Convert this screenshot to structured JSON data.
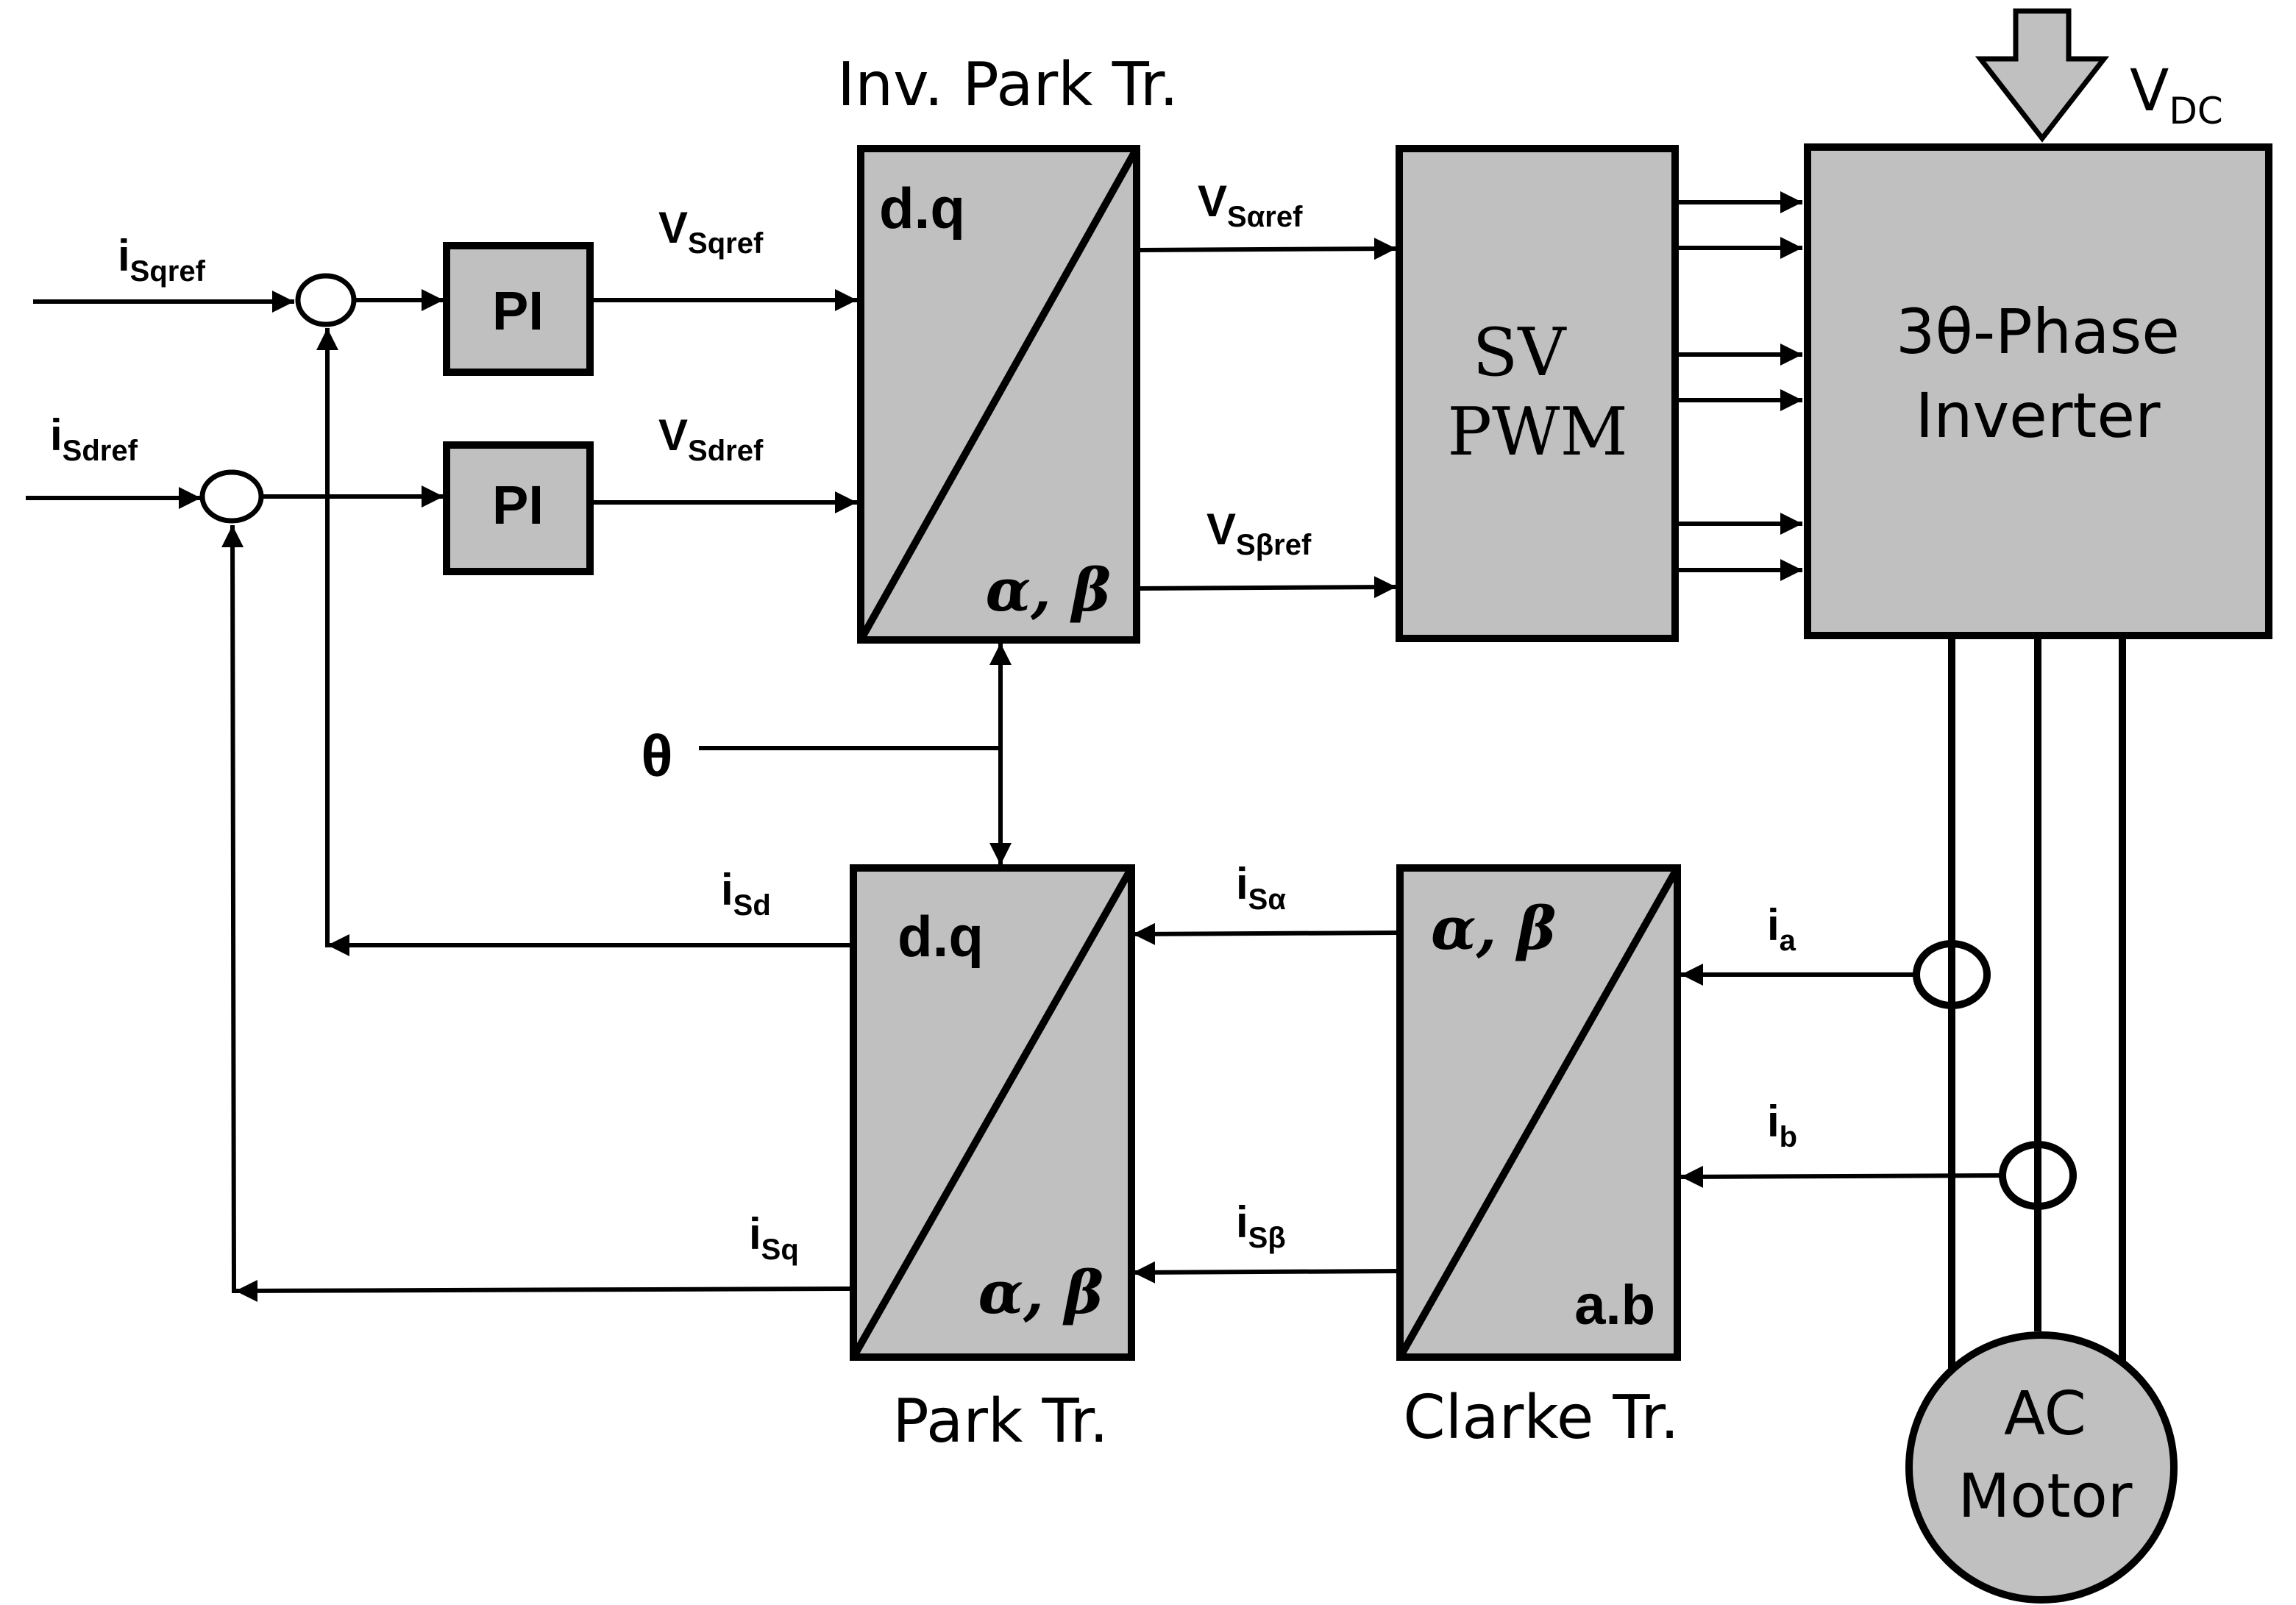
{
  "labels": {
    "i_sqref": {
      "main": "i",
      "sub": "Sqref"
    },
    "i_sdref": {
      "main": "i",
      "sub": "Sdref"
    },
    "v_sqref": {
      "main": "V",
      "sub": "Sqref"
    },
    "v_sdref": {
      "main": "V",
      "sub": "Sdref"
    },
    "v_salpharef": {
      "main": "V",
      "sub": "Sαref"
    },
    "v_sbetaref": {
      "main": "V",
      "sub": "Sβref"
    },
    "i_sd": {
      "main": "i",
      "sub": "Sd"
    },
    "i_sq": {
      "main": "i",
      "sub": "Sq"
    },
    "i_salpha": {
      "main": "i",
      "sub": "Sα"
    },
    "i_sbeta": {
      "main": "i",
      "sub": "Sβ"
    },
    "i_a": {
      "main": "i",
      "sub": "a"
    },
    "i_b": {
      "main": "i",
      "sub": "b"
    },
    "theta": "θ",
    "vdc": {
      "main": "V",
      "sub": "DC"
    }
  },
  "blocks": {
    "pi_q": "PI",
    "pi_d": "PI",
    "inv_park": {
      "top": "d.q",
      "bottom": "α, β",
      "caption": "Inv. Park Tr."
    },
    "svpwm": {
      "line1": "SV",
      "line2": "PWM"
    },
    "inverter": {
      "line1": "3θ-Phase",
      "line2": "Inverter"
    },
    "park": {
      "top": "d.q",
      "bottom": "α, β",
      "caption": "Park Tr."
    },
    "clarke": {
      "top": "α, β",
      "bottom": "a.b",
      "caption": "Clarke Tr."
    },
    "motor": {
      "line1": "AC",
      "line2": "Motor"
    }
  }
}
